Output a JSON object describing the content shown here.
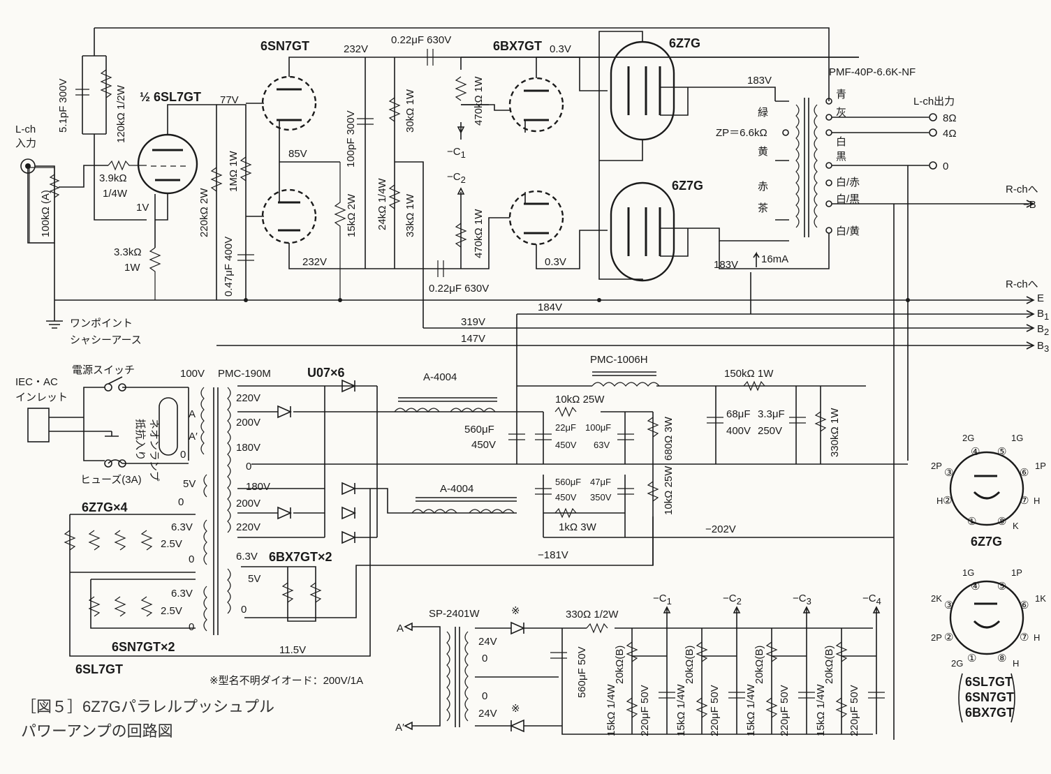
{
  "figure": {
    "caption_line1": "［図５］6Z7Gパラレルプッシュプル",
    "caption_line2": "パワーアンプの回路図"
  },
  "tubes": {
    "half_6sl7": "½ 6SL7GT",
    "sn7": "6SN7GT",
    "bx7": "6BX7GT",
    "z7_top": "6Z7G",
    "z7_bottom": "6Z7G"
  },
  "input": {
    "channel": "L-ch",
    "jack": "入力",
    "volume": "100kΩ (A)",
    "grid_resistor": "3.9kΩ",
    "grid_resistor_w": "1/4W",
    "cathode_resistor": "3.3kΩ",
    "cathode_resistor_w": "1W",
    "cathode_voltage": "1V",
    "ground_note_1": "ワンポイント",
    "ground_note_2": "シャシーアース"
  },
  "feedback": {
    "capacitor": "5.1pF 300V",
    "resistor": "120kΩ 1/2W"
  },
  "driver": {
    "plate_voltage": "77V",
    "plate_resistor": "220kΩ 2W",
    "grid_resistor": "1MΩ 1W",
    "coupling_cap": "0.47μF 400V",
    "sn7_plate_top": "232V",
    "sn7_cathode": "85V",
    "sn7_plate_bottom": "232V",
    "sn7_cathode_resistor": "15kΩ 2W",
    "hf_cap": "100pF 300V",
    "load_top": "30kΩ 1W",
    "load_mid": "24kΩ 1/4W",
    "load_bottom": "33kΩ 1W",
    "coupling_top": "0.22μF 630V",
    "coupling_bottom": "0.22μF 630V",
    "grid_top": "470kΩ 1W",
    "grid_bottom": "470kΩ 1W",
    "bias_c1": "−C",
    "bias_c1_sub": "1",
    "bias_c2": "−C",
    "bias_c2_sub": "2",
    "bx7_top_v": "0.3V",
    "bx7_bottom_v": "0.3V"
  },
  "output": {
    "transformer": "PMF-40P-6.6K-NF",
    "zp": "ZP＝6.6kΩ",
    "plate_v_top": "183V",
    "plate_v_bottom": "183V",
    "current": "16mA",
    "prim_labels": [
      "緑",
      "黄",
      "赤",
      "茶"
    ],
    "sec_labels": [
      "青",
      "灰",
      "白",
      "黒",
      "白/赤",
      "白/黒",
      "白/黄"
    ],
    "out_title": "L-ch出力",
    "taps": [
      "8Ω",
      "4Ω",
      "0"
    ],
    "to_r1": "R-chへ",
    "to_r1_line": "−B",
    "to_r2": "R-chへ",
    "rails": [
      "E",
      "B",
      "B",
      "B"
    ],
    "rail_subs": [
      "",
      "1",
      "2",
      "3"
    ],
    "rail_voltages": [
      "184V",
      "319V",
      "147V"
    ]
  },
  "power": {
    "iec_1": "IEC・AC",
    "iec_2": "インレット",
    "switch": "電源スイッチ",
    "fuse": "ヒューズ(3A)",
    "neon": "抵抗入り",
    "neon_2": "ネオンランプ",
    "transformer": "PMC-190M",
    "prim": [
      "100V",
      "A",
      "A′",
      "0"
    ],
    "sec_hv": [
      "220V",
      "200V",
      "180V",
      "0",
      "180V",
      "200V",
      "220V"
    ],
    "sec_lv": [
      "5V",
      "0"
    ],
    "heater_a": [
      "6.3V",
      "2.5V",
      "0"
    ],
    "heater_b": [
      "6.3V",
      "2.5V",
      "0"
    ],
    "heater_c": [
      "6.3V",
      "5V",
      "0"
    ],
    "z7_heater_label": "6Z7G×4",
    "sn7_heater_label": "6SN7GT×2",
    "sl7_heater_label": "6SL7GT",
    "bx7_heater_label": "6BX7GT×2",
    "heater_v": "11.5V",
    "diodes": "U07×6",
    "choke_1": "A-4004",
    "choke_2": "A-4004",
    "choke_3": "PMC-1006H",
    "cap_560a": "560μF",
    "cap_560a_v": "450V",
    "cap_22": "22μF",
    "cap_22_v": "450V",
    "cap_100": "100μF",
    "cap_100_v": "63V",
    "res_10k25": "10kΩ 25W",
    "res_680": "680Ω 3W",
    "res_150k": "150kΩ 1W",
    "cap_68": "68μF",
    "cap_68_v": "400V",
    "cap_33": "3.3μF",
    "cap_33_v": "250V",
    "res_330k": "330kΩ 1W",
    "cap_560b": "560μF",
    "cap_560b_v": "450V",
    "cap_47": "47μF",
    "cap_47_v": "350V",
    "res_10k25b": "10kΩ 25W",
    "res_1k3": "1kΩ 3W",
    "neg_202": "−202V",
    "neg_181": "−181V"
  },
  "bias": {
    "transformer": "SP-2401W",
    "out_a": "A",
    "out_a2": "A′",
    "taps": [
      "24V",
      "0",
      "0",
      "24V"
    ],
    "note_mark": "※",
    "diode_note": "※型名不明ダイオード：200V/1A",
    "series_r": "330Ω 1/2W",
    "filter_cap": "560μF 50V",
    "outputs": [
      "−C",
      "−C",
      "−C",
      "−C"
    ],
    "output_subs": [
      "1",
      "2",
      "3",
      "4"
    ],
    "pot": "20kΩ(B)",
    "res": "15kΩ 1/4W",
    "cap": "220μF 50V"
  },
  "pinouts": {
    "z7": {
      "name": "6Z7G",
      "pins": [
        "①",
        "②",
        "③",
        "④",
        "⑤",
        "⑥",
        "⑦",
        "⑧"
      ],
      "labels": [
        "2G",
        "1G",
        "2P",
        "1P",
        "H",
        "H",
        "K"
      ]
    },
    "sl7": {
      "names": [
        "6SL7GT",
        "6SN7GT",
        "6BX7GT"
      ],
      "pins": [
        "①",
        "②",
        "③",
        "④",
        "⑤",
        "⑥",
        "⑦",
        "⑧"
      ],
      "labels": [
        "1G",
        "1P",
        "2K",
        "1K",
        "2P",
        "H",
        "2G",
        "H"
      ]
    }
  }
}
